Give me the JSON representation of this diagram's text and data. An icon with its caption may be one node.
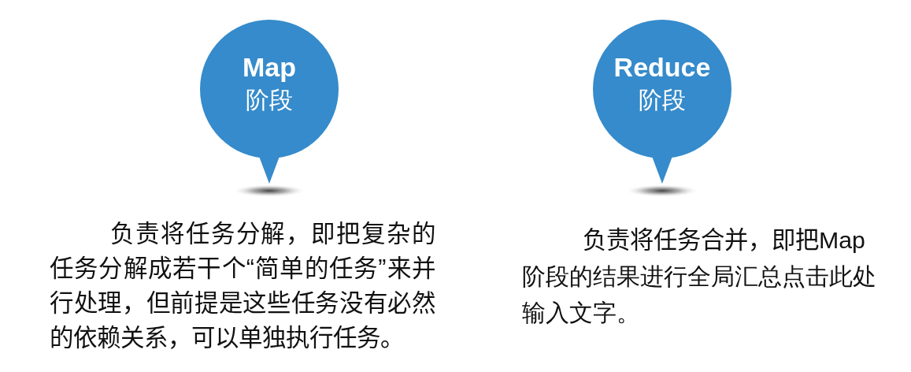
{
  "diagram": {
    "nodes": [
      {
        "text": [
          "Map",
          "阶段"
        ],
        "beside": [
          "负责将任务分解，即把复杂的任务分解成若干个“简单的任务”来并行处理，但前提是这些任务没有必然的依赖关系，可以单独执行任务。"
        ]
      },
      {
        "text": [
          "Reduce",
          "阶段"
        ],
        "beside": [
          "负责将任务合并，即把Map阶段的结果进行全局汇总点击此处输入文字。"
        ]
      }
    ]
  }
}
